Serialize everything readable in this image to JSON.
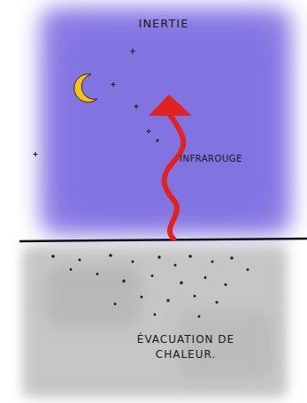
{
  "diagram": {
    "nodes": [
      {
        "text": [
          "INERTIE"
        ]
      },
      {
        "text": [
          "ÉVACUATION DE CHALEUR."
        ]
      }
    ],
    "labels": [
      "INFRAROUGE"
    ]
  }
}
